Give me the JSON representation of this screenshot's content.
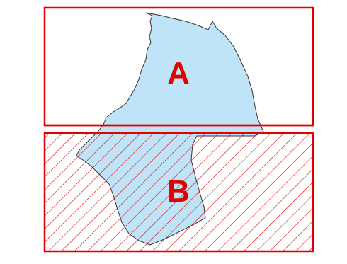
{
  "diagram": {
    "regions": [
      {
        "id": "A",
        "label": "A",
        "style": "outline"
      },
      {
        "id": "B",
        "label": "B",
        "style": "hatched"
      }
    ],
    "colors": {
      "frame": "#e00000",
      "shape_fill": "#bfe3f7",
      "shape_stroke": "#333333",
      "hatch": "#e00000",
      "label": "#e00000"
    }
  }
}
